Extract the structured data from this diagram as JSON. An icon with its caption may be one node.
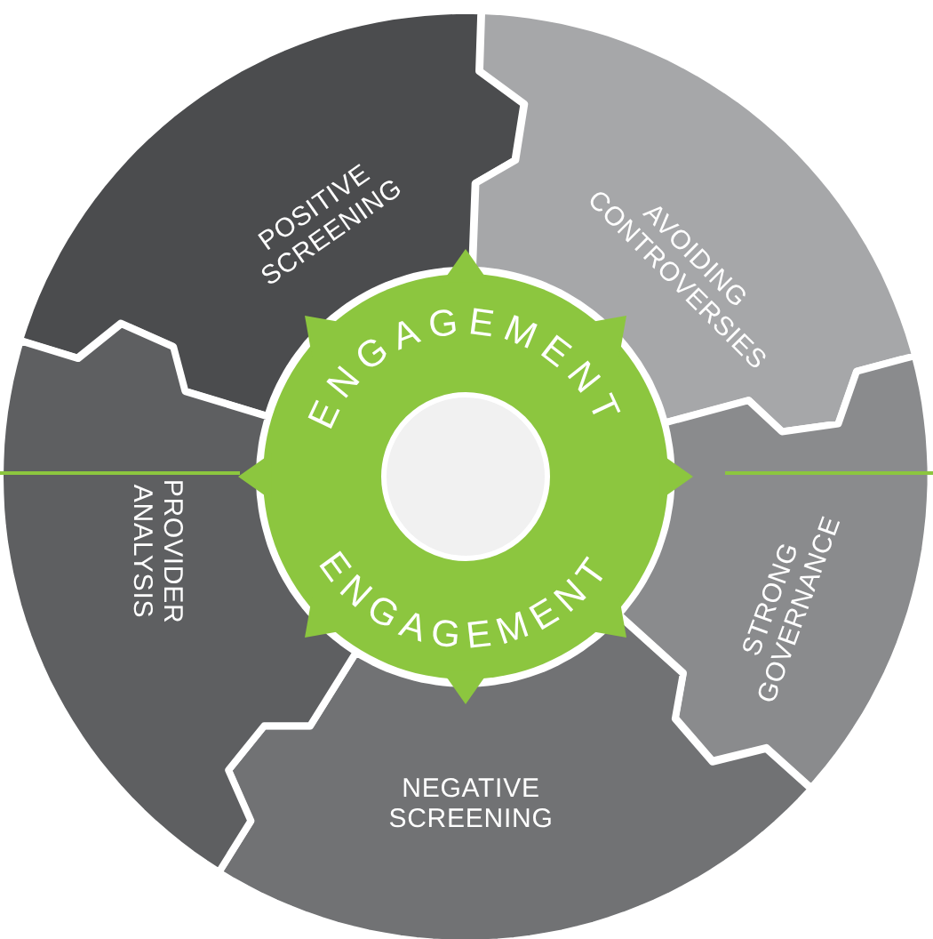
{
  "diagram": {
    "nodes": [
      {
        "text": [
          "POSITIVE SCREENING"
        ]
      },
      {
        "text": [
          "AVOIDING CONTROVERSIES"
        ]
      },
      {
        "text": [
          "STRONG GOVERNANCE"
        ]
      },
      {
        "text": [
          "NEGATIVE SCREENING"
        ]
      },
      {
        "text": [
          "PROVIDER ANALYSIS"
        ]
      },
      {
        "text": [
          "ENGAGEMENT",
          "ENGAGEMENT"
        ]
      }
    ]
  }
}
